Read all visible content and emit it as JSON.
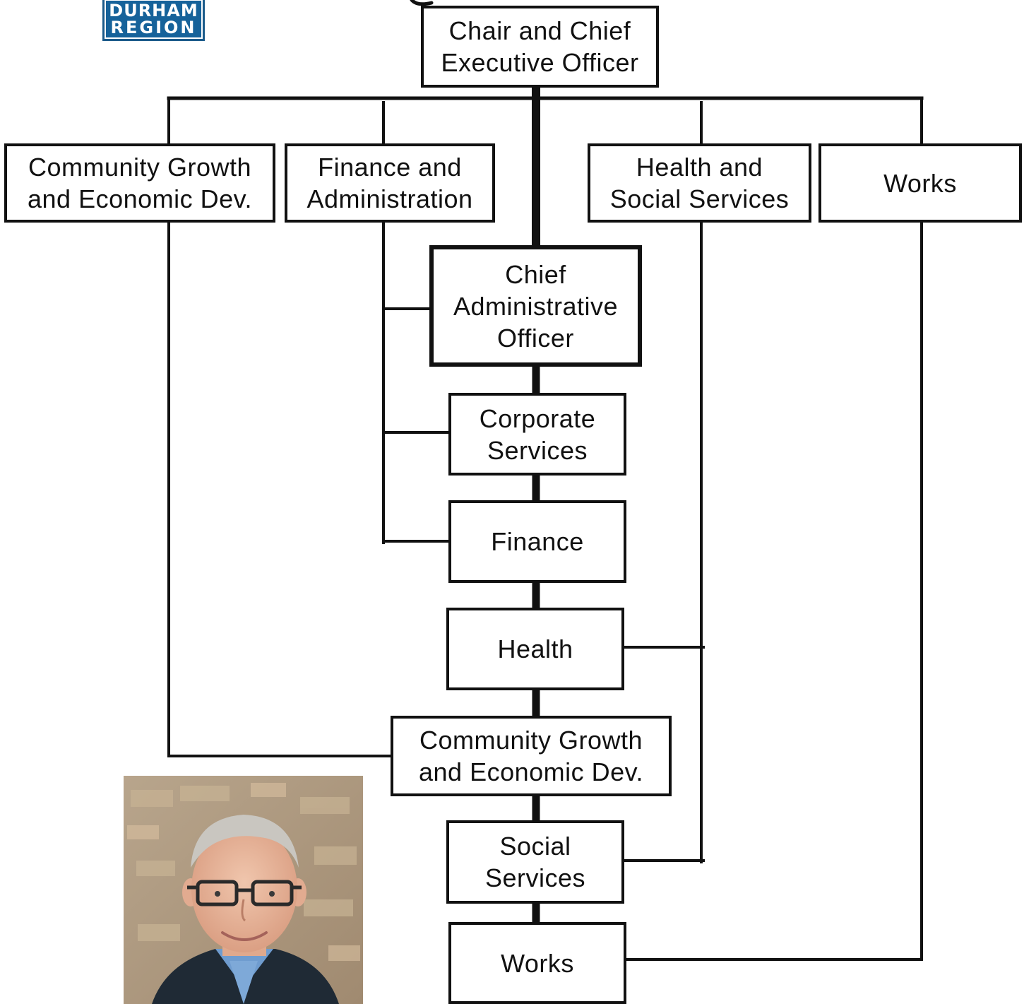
{
  "logo": {
    "line1": "DURHAM",
    "line2": "REGION",
    "brand_color": "#16629a"
  },
  "chart": {
    "ceo": "Chair and Chief\nExecutive Officer",
    "council_lines": [
      "Community Growth\nand Economic Dev.",
      "Finance and\nAdministration",
      "Health and\nSocial Services",
      "Works"
    ],
    "cao": "Chief\nAdministrative\nOfficer",
    "departments": [
      "Corporate\nServices",
      "Finance",
      "Health",
      "Community Growth\nand Economic Dev.",
      "Social\nServices",
      "Works"
    ]
  },
  "photo": {
    "subject": "portrait-photo"
  }
}
